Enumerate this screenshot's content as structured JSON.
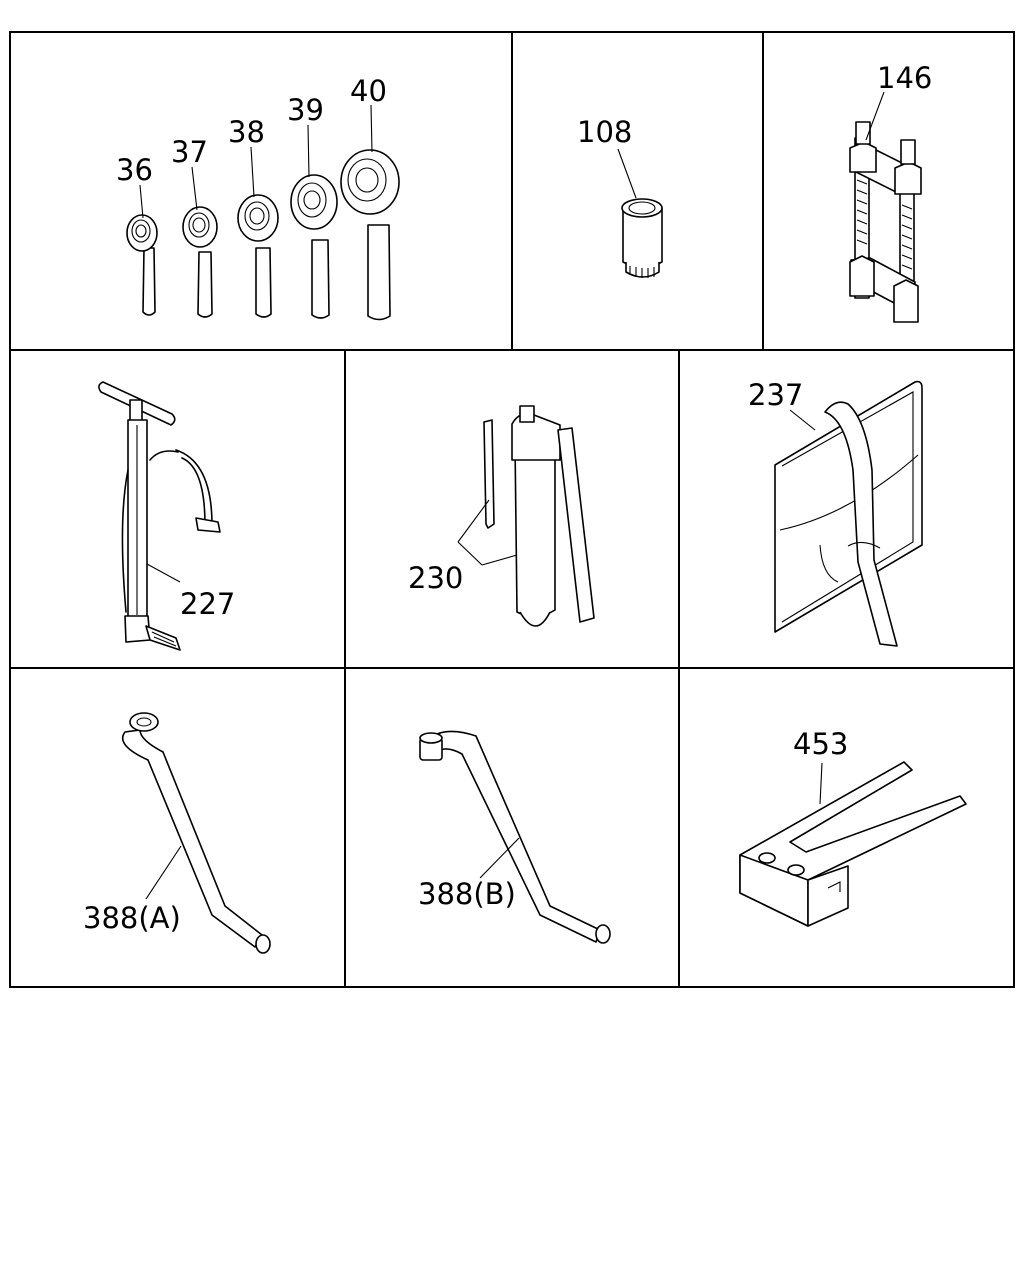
{
  "callouts": {
    "c36": "36",
    "c37": "37",
    "c38": "38",
    "c39": "39",
    "c40": "40",
    "c108": "108",
    "c146": "146",
    "c227": "227",
    "c230": "230",
    "c237": "237",
    "c388a": "388(A)",
    "c388b": "388(B)",
    "c453": "453"
  }
}
